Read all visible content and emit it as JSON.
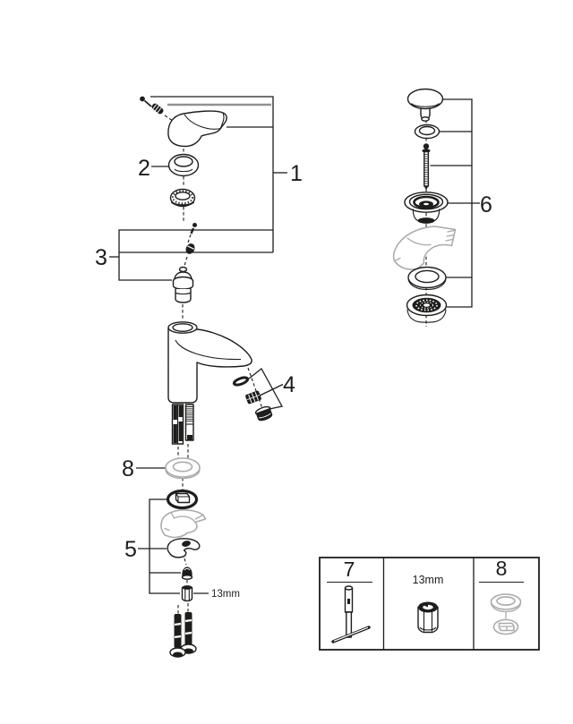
{
  "diagram": {
    "background": "#ffffff",
    "colors": {
      "line": "#1d1d1b",
      "gray_part": "#a9abae",
      "gray_rule": "#8f9194"
    },
    "callouts": {
      "part1": "1",
      "part2": "2",
      "part3": "3",
      "part4": "4",
      "part5": "5",
      "part6": "6",
      "part8": "8"
    },
    "annotations": {
      "wrench_size": "13mm"
    },
    "legend_table": {
      "cells": [
        {
          "label": "7"
        },
        {
          "label": "13mm"
        },
        {
          "label": "8"
        }
      ]
    }
  }
}
